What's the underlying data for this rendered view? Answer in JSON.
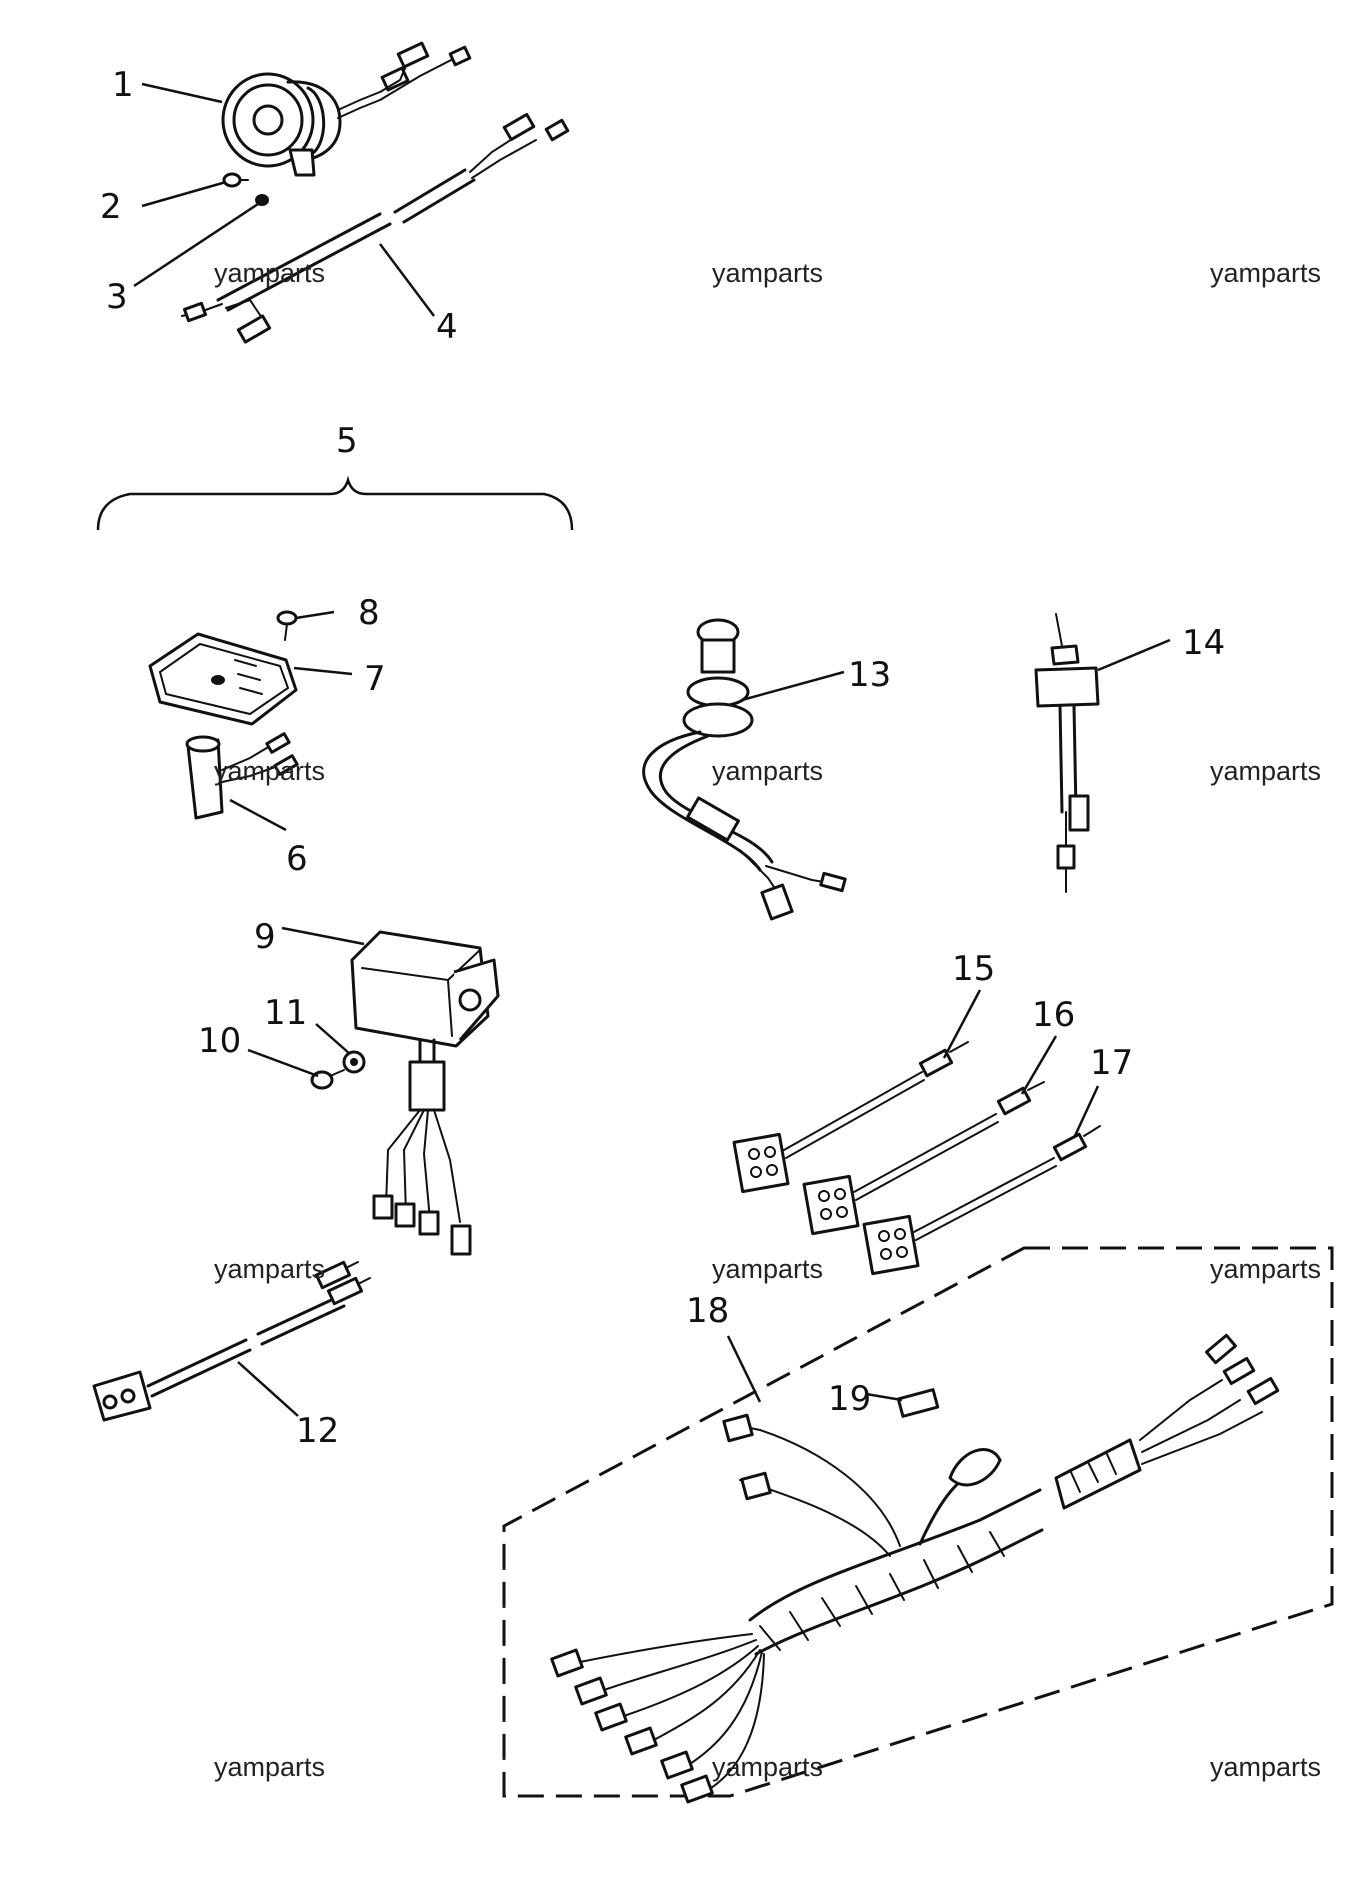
{
  "callouts": {
    "c1": "1",
    "c2": "2",
    "c3": "3",
    "c4": "4",
    "c5": "5",
    "c6": "6",
    "c7": "7",
    "c8": "8",
    "c9": "9",
    "c10": "10",
    "c11": "11",
    "c12": "12",
    "c13": "13",
    "c14": "14",
    "c15": "15",
    "c16": "16",
    "c17": "17",
    "c18": "18",
    "c19": "19"
  },
  "watermark": "yamparts"
}
